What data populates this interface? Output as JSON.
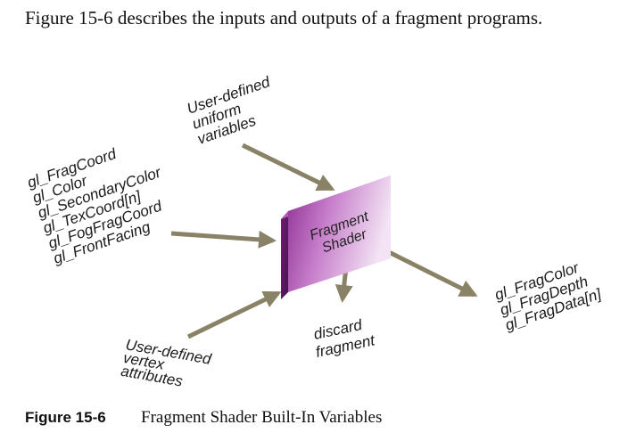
{
  "intro_text": "Figure 15-6 describes the inputs and outputs of a fragment programs.",
  "shader": {
    "line1": "Fragment",
    "line2": "Shader"
  },
  "uniform_inputs": {
    "line1": "User-defined",
    "line2": "uniform",
    "line3": "variables"
  },
  "builtin_inputs": [
    "gl_FragCoord",
    "gl_Color",
    "gl_SecondaryColor",
    "gl_TexCoord[n]",
    "gl_FogFragCoord",
    "gl_FrontFacing"
  ],
  "vertex_inputs": {
    "line1": "User-defined",
    "line2": "vertex",
    "line3": "attributes"
  },
  "discard": {
    "line1": "discard",
    "line2": "fragment"
  },
  "outputs": [
    "gl_FragColor",
    "gl_FragDepth",
    "gl_FragData[n]"
  ],
  "caption": {
    "label": "Figure 15-6",
    "title": "Fragment Shader Built-In Variables"
  },
  "colors": {
    "shader_face": "#a23aa6",
    "shader_side": "#6e1f72",
    "arrow": "#8a8266"
  }
}
